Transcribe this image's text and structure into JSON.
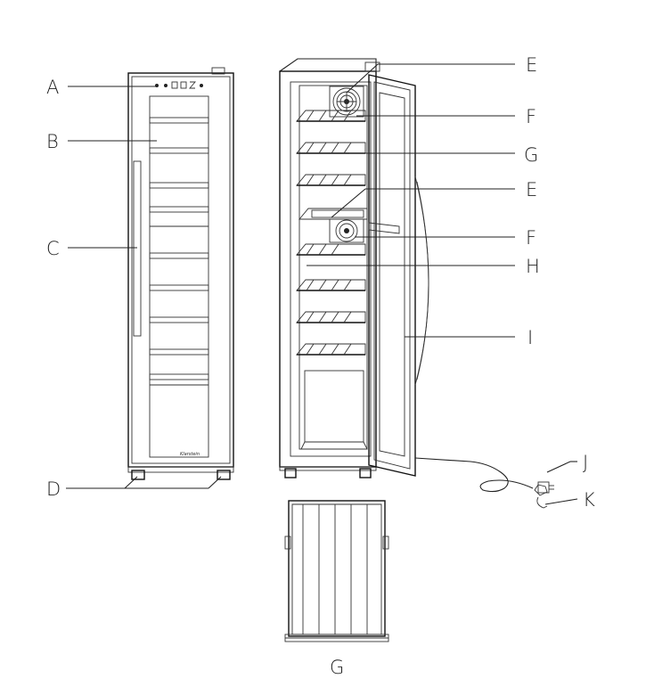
{
  "callouts": {
    "A": "A",
    "B": "B",
    "C": "C",
    "D": "D",
    "E1": "E",
    "F1": "F",
    "G1": "G",
    "E2": "E",
    "F2": "F",
    "H": "H",
    "I": "I",
    "J": "J",
    "K": "K",
    "G_shelf": "G"
  },
  "brand_text": "Klarstein",
  "colors": {
    "line": "#222222",
    "background": "#ffffff"
  }
}
